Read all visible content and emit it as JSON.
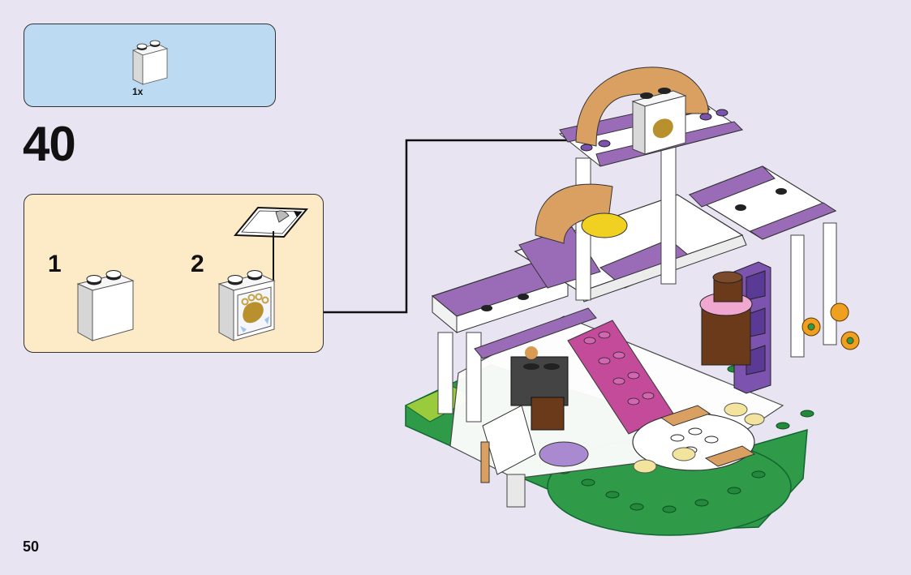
{
  "parts_list": {
    "items": [
      {
        "part": "white-brick-1x2x2",
        "quantity": "1x"
      }
    ]
  },
  "step": {
    "number": "40",
    "substeps": [
      {
        "label": "1",
        "part": "white-brick-1x2x2"
      },
      {
        "label": "2",
        "part": "white-brick-1x2x2-with-paw-print-sticker",
        "action": "apply-sticker"
      }
    ]
  },
  "callout_target": "paw-print-brick-on-top-tower",
  "page": {
    "number": "50"
  },
  "colors": {
    "background": "#e8e4f2",
    "parts_box": "#bcdaf2",
    "substep_box": "#fdebc8",
    "lavender": "#9a6cb8",
    "green": "#2f9a48",
    "magenta": "#c44b9a",
    "tan": "#d9a062"
  }
}
